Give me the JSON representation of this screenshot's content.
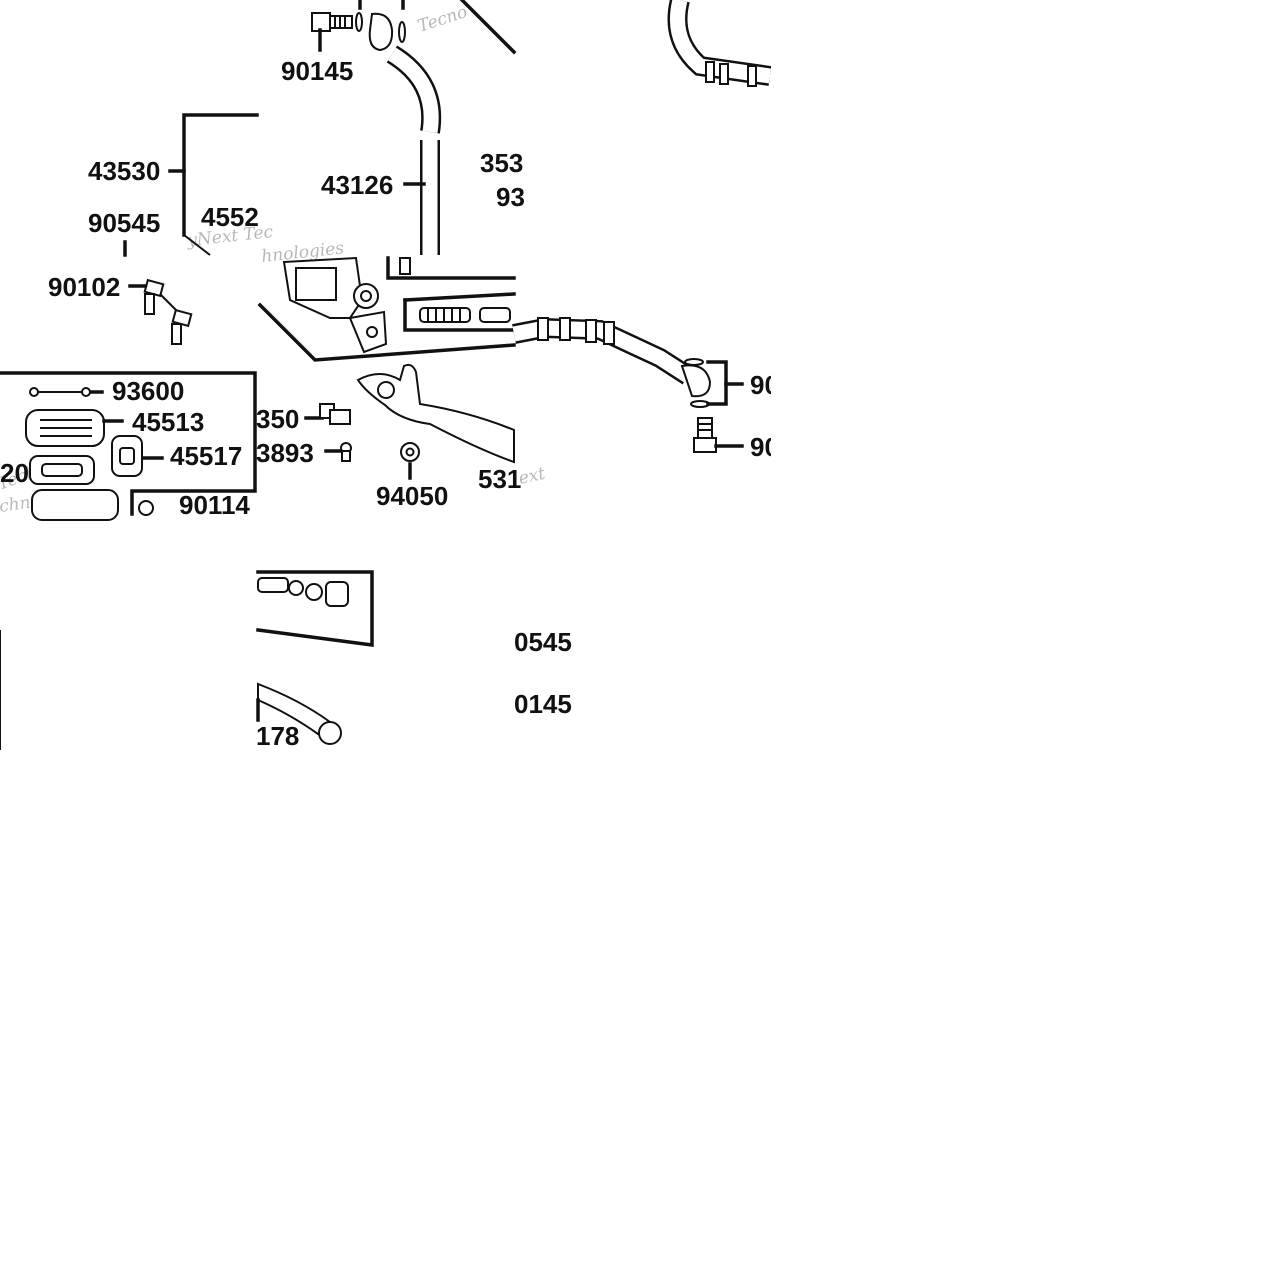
{
  "labels": {
    "p90145_top": "90145",
    "p43530": "43530",
    "p90545_left": "90545",
    "p4552": "4552",
    "p43126": "43126",
    "p353": "353",
    "p93": "93",
    "p90102": "90102",
    "p93600": "93600",
    "p45513": "45513",
    "p45517": "45517",
    "p350": "350",
    "p3893": "3893",
    "p94050": "94050",
    "p531": "531",
    "p20": "20",
    "p90114": "90114",
    "p90_right_a": "90",
    "p90_right_b": "90",
    "p0545_bottom": "0545",
    "p0145_bottom": "0145",
    "p178": "178"
  },
  "watermarks": {
    "w1": "Tecno",
    "w2": "yNext Tec",
    "w3": "hnologies",
    "w4": "Techno",
    "w5": "chnologies",
    "w6": "ext"
  }
}
